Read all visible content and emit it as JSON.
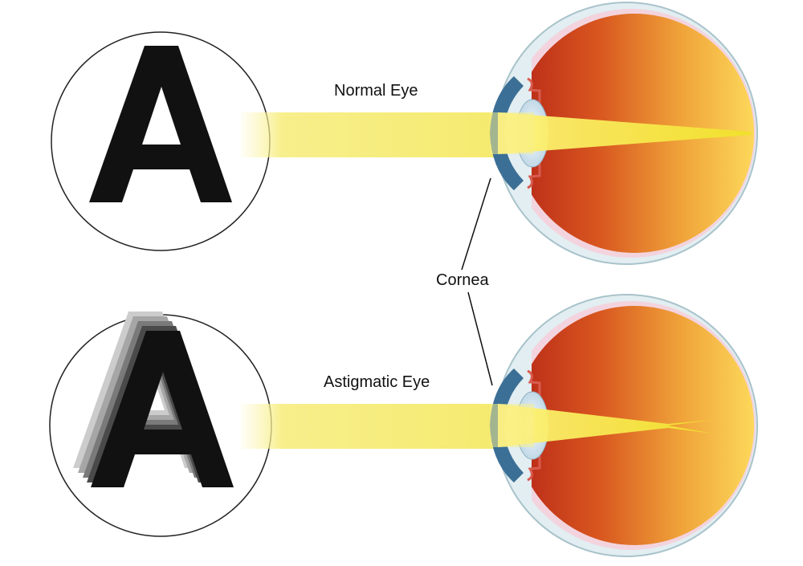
{
  "diagram": {
    "labels": {
      "normal_eye": "Normal Eye",
      "cornea": "Cornea",
      "astigmatic_eye": "Astigmatic Eye"
    },
    "letters": {
      "sharp": "A",
      "blurred": "A"
    },
    "colors": {
      "light_beam": "#f6ec6a",
      "focus_ray": "#f2e41c",
      "eye_inner_dark": "#c8321a",
      "eye_inner_light": "#fbd254",
      "sclera": "#cfe3e8",
      "cornea_blue": "#3c6f96",
      "letter": "#111111"
    },
    "icons": [
      "eye-cross-section-icon",
      "letter-sharp-icon",
      "letter-blurred-icon"
    ]
  }
}
